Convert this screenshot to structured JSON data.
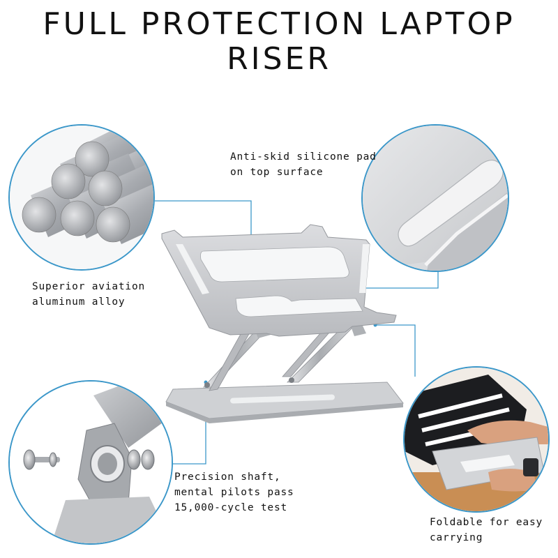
{
  "title": {
    "line1": "FULL PROTECTION LAPTOP",
    "line2": "RISER"
  },
  "features": {
    "alloy": {
      "line1": "Superior aviation",
      "line2": "aluminum alloy"
    },
    "pad": {
      "line1": "Anti-skid silicone pad",
      "line2": "on top surface"
    },
    "shaft": {
      "line1": "Precision shaft,",
      "line2": "mental pilots pass",
      "line3": "15,000-cycle test"
    },
    "fold": {
      "line1": "Foldable for easy",
      "line2": "carrying"
    }
  },
  "colors": {
    "accent": "#3b97c9",
    "aluminum": "#c9cbcf"
  }
}
